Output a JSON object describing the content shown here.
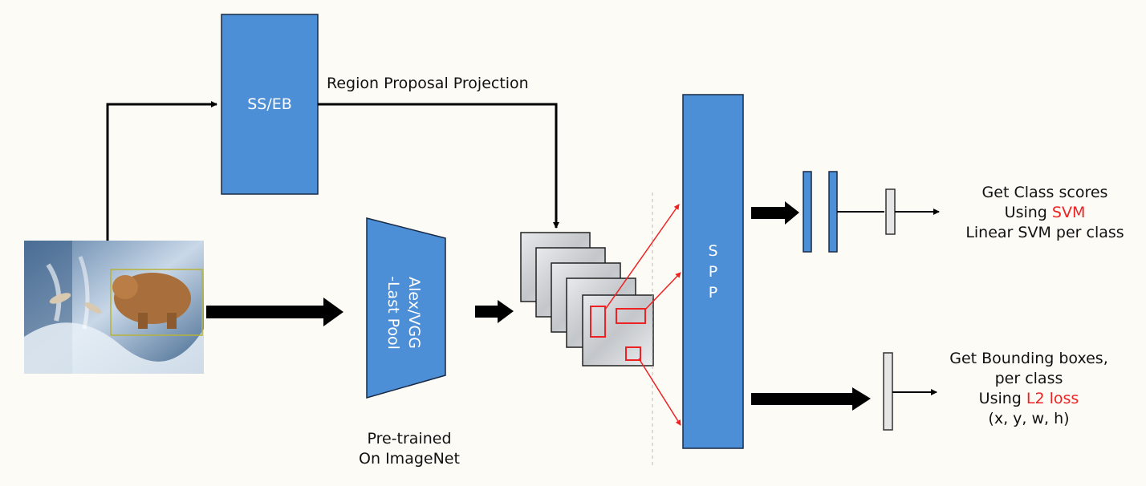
{
  "colors": {
    "block": "#4d8fd6",
    "block_border": "#1a2a44",
    "arrow": "#000000",
    "highlight": "#ee2222",
    "background": "#fdfbf6"
  },
  "input_image": {
    "subject": "bear catching salmon at waterfall"
  },
  "ss_eb_box": {
    "label": "SS/EB"
  },
  "region_proposal": {
    "label": "Region Proposal Projection"
  },
  "cnn": {
    "label_line1": "Alex/VGG",
    "label_line2": "-Last Pool"
  },
  "pretrained": {
    "line1": "Pre-trained",
    "line2": "On ImageNet"
  },
  "spp": {
    "label_lines": [
      "S",
      "P",
      "P"
    ]
  },
  "class_output": {
    "line1": "Get Class scores",
    "line2_prefix": "Using ",
    "line2_highlight": "SVM",
    "line3": "Linear SVM per class"
  },
  "bbox_output": {
    "line1": "Get Bounding boxes,",
    "line2": "per class",
    "line3_prefix": "Using ",
    "line3_highlight": "L2 loss",
    "line4": "(x, y, w, h)"
  }
}
